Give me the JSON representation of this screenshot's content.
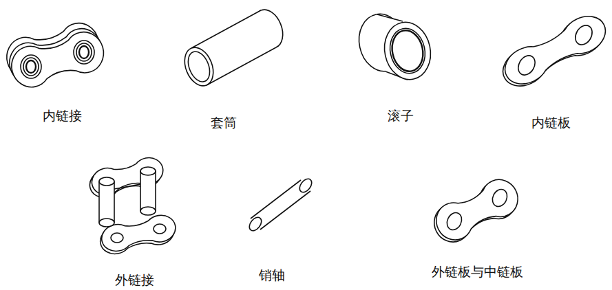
{
  "diagram": {
    "labels": [
      "内链接",
      "套筒",
      "滚子",
      "内链板",
      "外链接",
      "销轴",
      "外链板与中链板"
    ]
  }
}
